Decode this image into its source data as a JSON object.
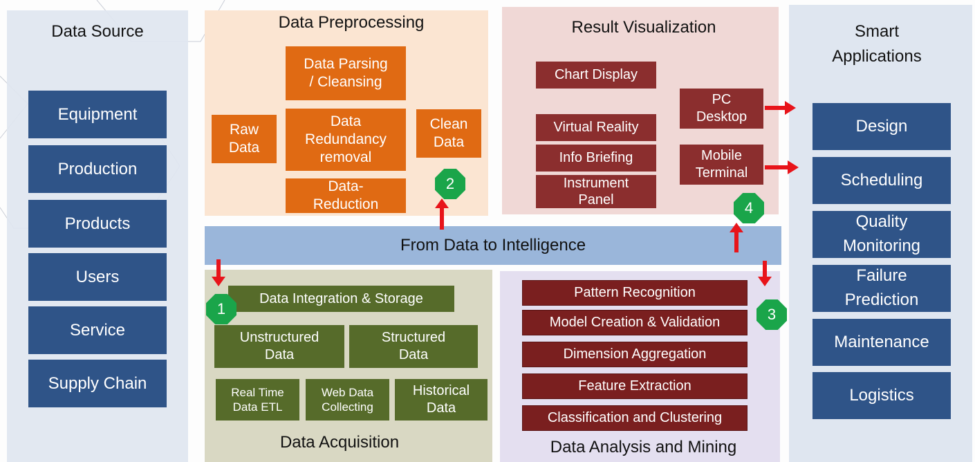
{
  "data_source": {
    "title": "Data Source",
    "items": [
      "Equipment",
      "Production",
      "Products",
      "Users",
      "Service",
      "Supply Chain"
    ]
  },
  "preprocessing": {
    "title": "Data Preprocessing",
    "raw": "Raw\nData",
    "parsing": "Data Parsing\n/ Cleansing",
    "redundancy": "Data\nRedundancy\nremoval",
    "reduction": "Data-\nReduction",
    "clean": "Clean\nData"
  },
  "visualization": {
    "title": "Result Visualization",
    "chart": "Chart Display",
    "vr": "Virtual Reality",
    "briefing": "Info Briefing",
    "instrument": "Instrument\nPanel",
    "pc": "PC\nDesktop",
    "mobile": "Mobile\nTerminal"
  },
  "applications": {
    "title": "Smart\nApplications",
    "items": [
      "Design",
      "Scheduling",
      "Quality\nMonitoring",
      "Failure\nPrediction",
      "Maintenance",
      "Logistics"
    ]
  },
  "center_bar": "From Data to Intelligence",
  "acquisition": {
    "title": "Data Acquisition",
    "integration": "Data Integration & Storage",
    "unstructured": "Unstructured\nData",
    "structured": "Structured\nData",
    "realtime": "Real Time\nData ETL",
    "web": "Web Data\nCollecting",
    "historical": "Historical\nData"
  },
  "analysis": {
    "title": "Data Analysis and Mining",
    "items": [
      "Pattern Recognition",
      "Model Creation & Validation",
      "Dimension Aggregation",
      "Feature Extraction",
      "Classification and Clustering"
    ]
  },
  "badges": [
    "1",
    "2",
    "3",
    "4"
  ],
  "colors": {
    "blue_box": "#2f5488",
    "orange_box": "#e06a13",
    "maroon_box": "#8b2e2e",
    "green_box": "#566b2a",
    "badge": "#1aa54a",
    "arrow": "#e8141a"
  }
}
